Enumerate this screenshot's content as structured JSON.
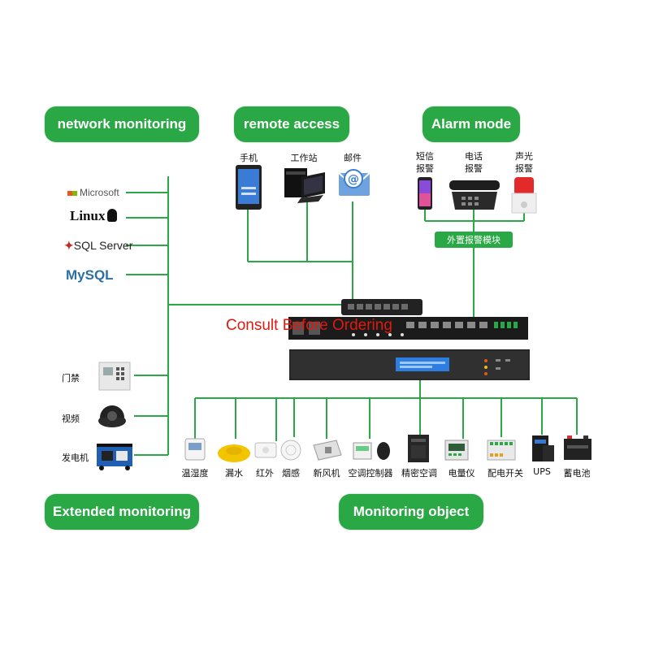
{
  "headers": {
    "network_monitoring": "network monitoring",
    "remote_access": "remote access",
    "alarm_mode": "Alarm mode",
    "extended_monitoring": "Extended monitoring",
    "monitoring_object": "Monitoring object"
  },
  "network_logos": [
    "Microsoft",
    "Linux",
    "SQL Server",
    "MySQL"
  ],
  "remote_devices": [
    "手机",
    "工作站",
    "邮件"
  ],
  "alarm_devices": [
    {
      "line1": "短信",
      "line2": "报警"
    },
    {
      "line1": "电话",
      "line2": "报警"
    },
    {
      "line1": "声光",
      "line2": "报警"
    }
  ],
  "alarm_module_label": "外置报警模块",
  "extended_devices": [
    "门禁",
    "视频",
    "发电机"
  ],
  "monitoring_objects": [
    "温湿度",
    "漏水",
    "红外",
    "烟感",
    "新风机",
    "空调控制器",
    "精密空调",
    "电量仪",
    "配电开关",
    "UPS",
    "蓄电池"
  ],
  "watermark": "Consult Before Ordering",
  "colors": {
    "accent": "#2aa845",
    "line": "#2aa845",
    "watermark": "#e0190f"
  }
}
